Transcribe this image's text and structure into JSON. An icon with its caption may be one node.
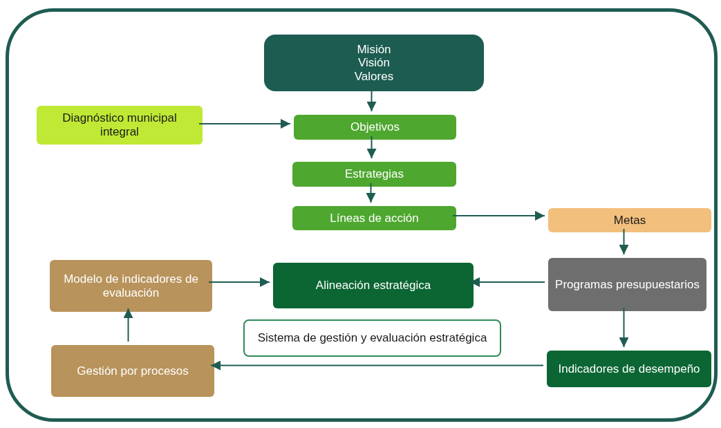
{
  "diagram": {
    "nodes": [
      {
        "text": [],
        "shape": "box"
      },
      {
        "text": [
          "Misión",
          "Visión",
          "Valores"
        ],
        "in": 0
      },
      {
        "text": [
          "Diagnóstico municipal integral"
        ],
        "in": 0
      },
      {
        "text": [
          "Objetivos"
        ],
        "in": 0
      },
      {
        "text": [
          "Estrategias"
        ],
        "in": 0
      },
      {
        "text": [
          "Líneas de acción"
        ],
        "in": 0
      },
      {
        "text": [
          "Metas"
        ],
        "in": 0
      },
      {
        "text": [
          "Modelo de indicadores de evaluación"
        ],
        "in": 0
      },
      {
        "text": [
          "Alineación estratégica"
        ],
        "in": 0
      },
      {
        "text": [
          "Programas presupuestarios"
        ],
        "in": 0
      },
      {
        "text": [
          "Sistema de gestión y evaluación estratégica"
        ],
        "in": 0
      },
      {
        "text": [
          "Gestión por procesos"
        ],
        "in": 0
      },
      {
        "text": [
          "Indicadores de desempeño"
        ],
        "in": 0
      }
    ],
    "edges": [
      {
        "from": 1,
        "to": 3,
        "arrow": "to"
      },
      {
        "from": 2,
        "to": 3,
        "arrow": "to"
      },
      {
        "from": 3,
        "to": 4,
        "arrow": "to"
      },
      {
        "from": 4,
        "to": 5,
        "arrow": "to"
      },
      {
        "from": 5,
        "to": 6,
        "arrow": "to"
      },
      {
        "from": 6,
        "to": 9,
        "arrow": "to"
      },
      {
        "from": 9,
        "to": 8,
        "arrow": "to"
      },
      {
        "from": 7,
        "to": 8,
        "arrow": "to"
      },
      {
        "from": 9,
        "to": 12,
        "arrow": "to"
      },
      {
        "from": 12,
        "to": 11,
        "arrow": "to"
      },
      {
        "from": 11,
        "to": 7,
        "arrow": "to"
      }
    ]
  }
}
